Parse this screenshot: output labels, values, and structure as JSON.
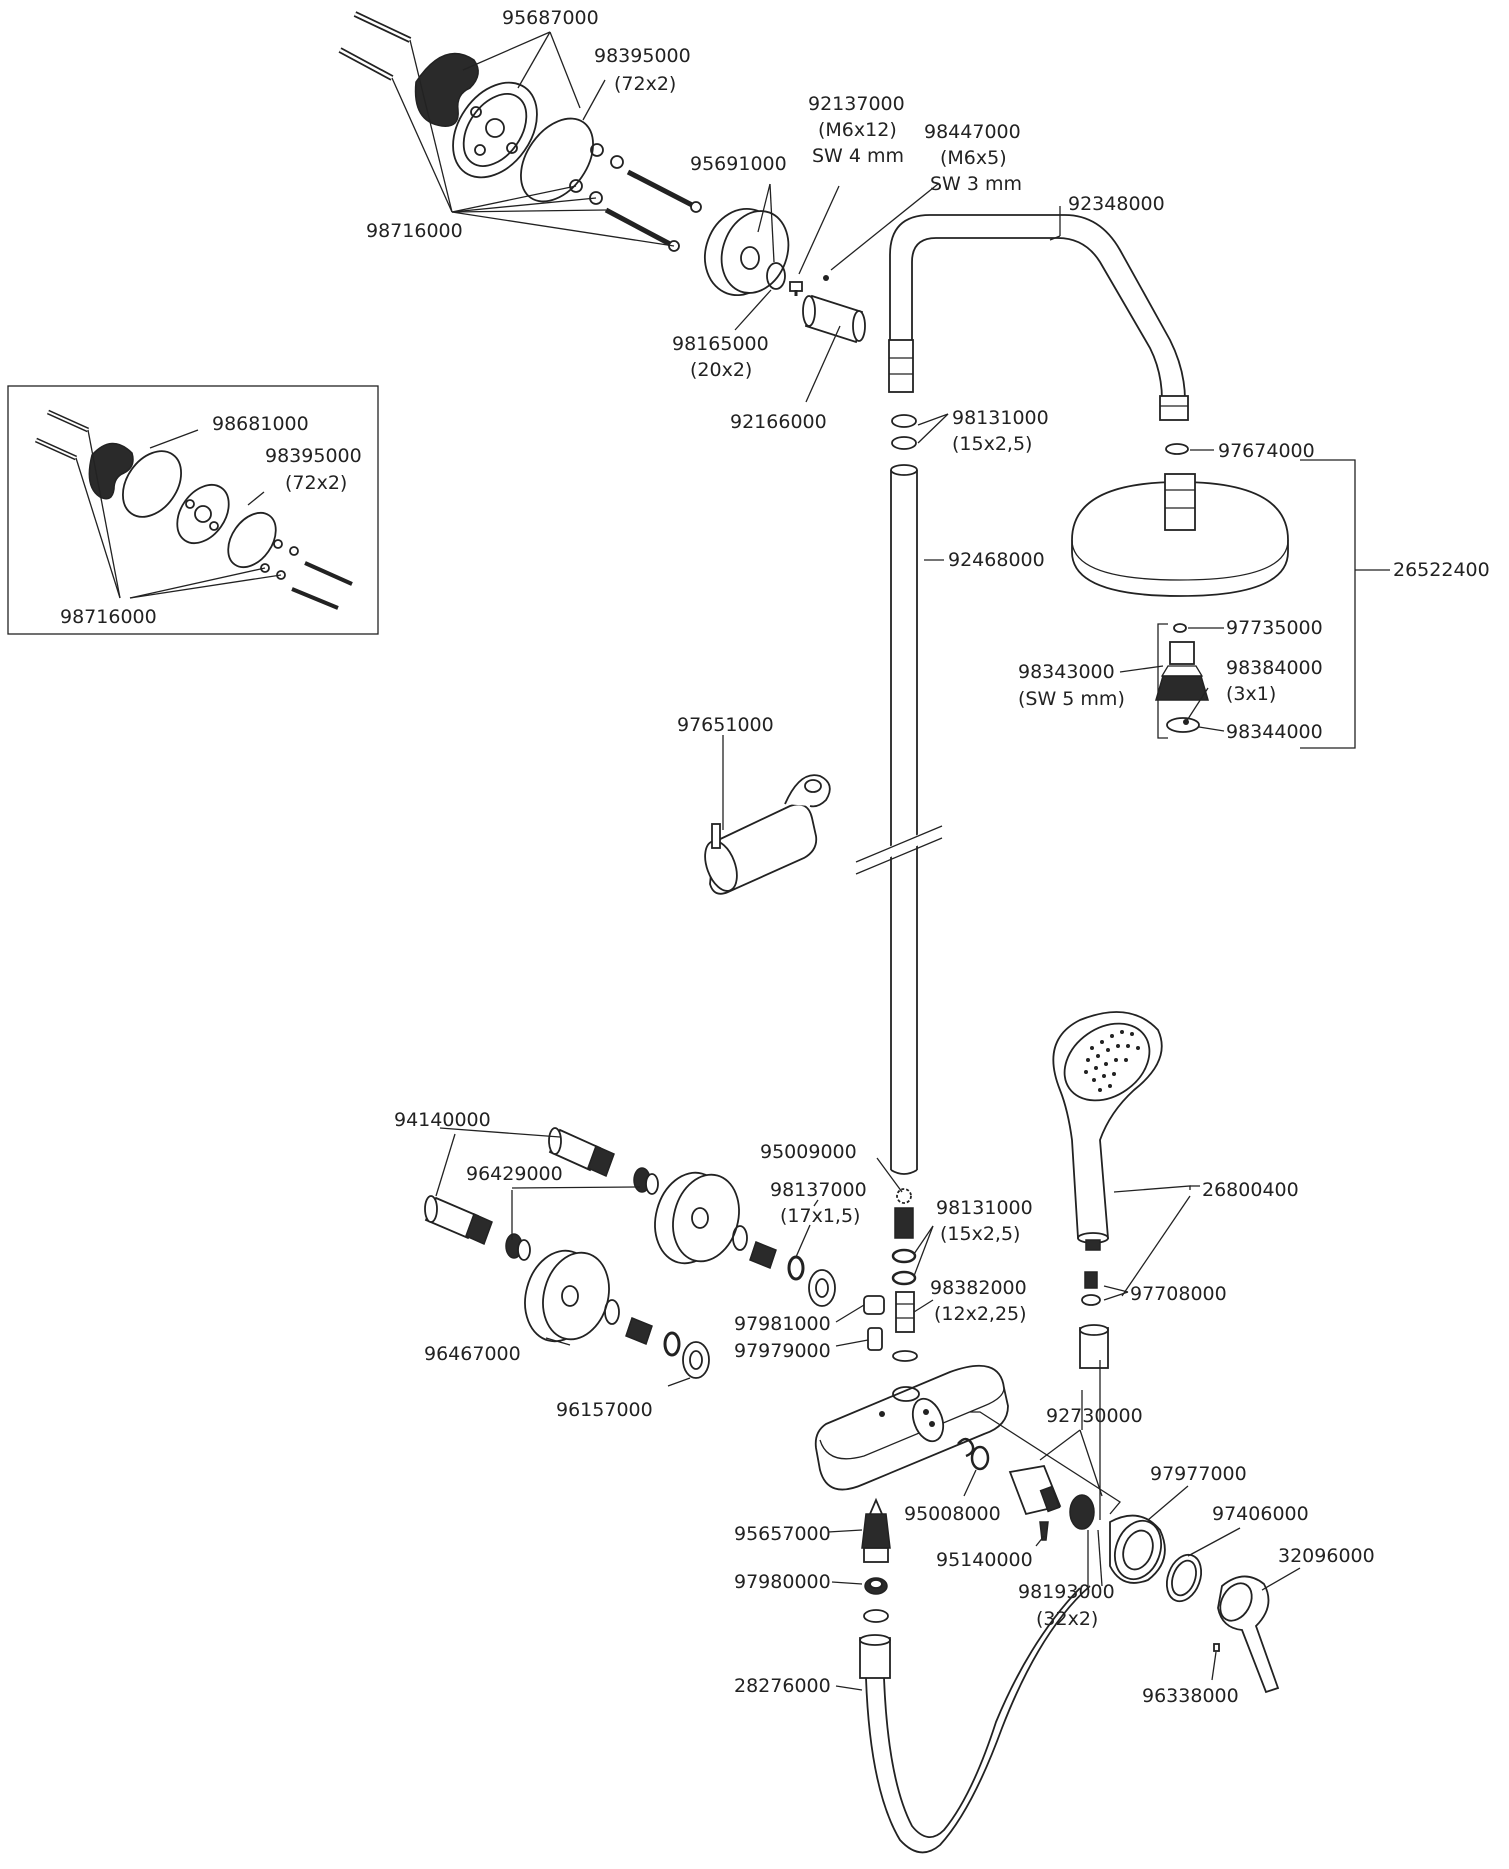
{
  "labels": {
    "l95687000": "95687000",
    "l98395000_top": "98395000",
    "l98395000_top_size": "(72x2)",
    "l92137000": "92137000",
    "l92137000_size": "(M6x12)",
    "l92137000_sw": "SW 4 mm",
    "l98447000": "98447000",
    "l98447000_size": "(M6x5)",
    "l98447000_sw": "SW 3 mm",
    "l95691000": "95691000",
    "l92348000": "92348000",
    "l98716000_top": "98716000",
    "l98165000": "98165000",
    "l98165000_size": "(20x2)",
    "l92166000": "92166000",
    "l98131000_top": "98131000",
    "l98131000_top_size": "(15x2,5)",
    "l97674000": "97674000",
    "l98681000": "98681000",
    "l98395000_inset": "98395000",
    "l98395000_inset_size": "(72x2)",
    "l92468000": "92468000",
    "l26522400": "26522400",
    "l98716000_inset": "98716000",
    "l97735000": "97735000",
    "l98343000": "98343000",
    "l98343000_sw": "(SW 5 mm)",
    "l98384000": "98384000",
    "l98384000_size": "(3x1)",
    "l98344000": "98344000",
    "l97651000": "97651000",
    "l94140000": "94140000",
    "l96429000": "96429000",
    "l95009000": "95009000",
    "l98137000": "98137000",
    "l98137000_size": "(17x1,5)",
    "l98131000_bot": "98131000",
    "l98131000_bot_size": "(15x2,5)",
    "l26800400": "26800400",
    "l97708000": "97708000",
    "l98382000": "98382000",
    "l98382000_size": "(12x2,25)",
    "l97981000": "97981000",
    "l97979000": "97979000",
    "l96467000": "96467000",
    "l96157000": "96157000",
    "l92730000": "92730000",
    "l97977000": "97977000",
    "l95008000": "95008000",
    "l97406000": "97406000",
    "l95657000": "95657000",
    "l95140000": "95140000",
    "l32096000": "32096000",
    "l98193000": "98193000",
    "l98193000_size": "(32x2)",
    "l97980000": "97980000",
    "l96338000": "96338000",
    "l28276000": "28276000"
  }
}
